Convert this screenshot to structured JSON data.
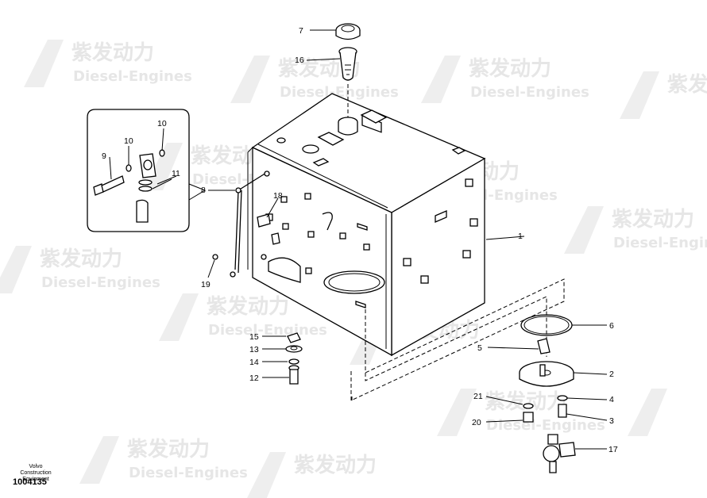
{
  "watermark": {
    "cn": "紫发动力",
    "en": "Diesel-Engines"
  },
  "callouts": {
    "c1": "1",
    "c2": "2",
    "c3": "3",
    "c4": "4",
    "c5": "5",
    "c6": "6",
    "c7": "7",
    "c8": "8",
    "c9": "9",
    "c10a": "10",
    "c10b": "10",
    "c11": "11",
    "c12": "12",
    "c13": "13",
    "c14": "14",
    "c15": "15",
    "c16": "16",
    "c17": "17",
    "c18": "18",
    "c19": "19",
    "c20": "20",
    "c21": "21"
  },
  "footer": {
    "line1": "Volvo Construction",
    "line2": "Equipment",
    "part_number": "1004135"
  }
}
